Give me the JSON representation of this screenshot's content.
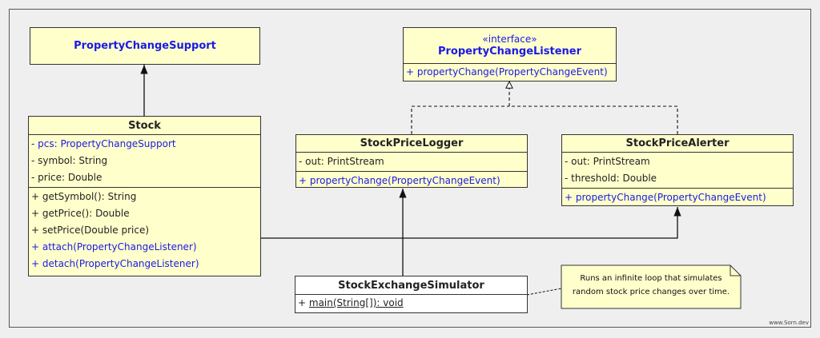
{
  "classes": {
    "property_change_support": {
      "name": "PropertyChangeSupport"
    },
    "property_change_listener": {
      "stereotype": "«interface»",
      "name": "PropertyChangeListener",
      "methods": [
        "+ propertyChange(PropertyChangeEvent)"
      ]
    },
    "stock": {
      "name": "Stock",
      "fields": [
        "- pcs: PropertyChangeSupport",
        "- symbol: String",
        "- price: Double"
      ],
      "methods": [
        "+ getSymbol(): String",
        "+ getPrice(): Double",
        "+ setPrice(Double price)",
        "+ attach(PropertyChangeListener)",
        "+ detach(PropertyChangeListener)"
      ]
    },
    "stock_price_logger": {
      "name": "StockPriceLogger",
      "fields": [
        "- out: PrintStream"
      ],
      "methods": [
        "+ propertyChange(PropertyChangeEvent)"
      ]
    },
    "stock_price_alerter": {
      "name": "StockPriceAlerter",
      "fields": [
        "- out: PrintStream",
        "- threshold: Double"
      ],
      "methods": [
        "+ propertyChange(PropertyChangeEvent)"
      ]
    },
    "stock_exchange_simulator": {
      "name": "StockExchangeSimulator",
      "methods": [
        "+ main(String[]): void"
      ]
    }
  },
  "note": {
    "line1": "Runs an infinite loop that simulates",
    "line2": "random stock price changes over time."
  },
  "watermark": "www.Sorn.dev",
  "colors": {
    "class_fill": "#ffffcc",
    "simulator_fill": "#ffffff",
    "highlight_text": "#1a1ae6",
    "line": "#111111",
    "background": "#efefef"
  }
}
